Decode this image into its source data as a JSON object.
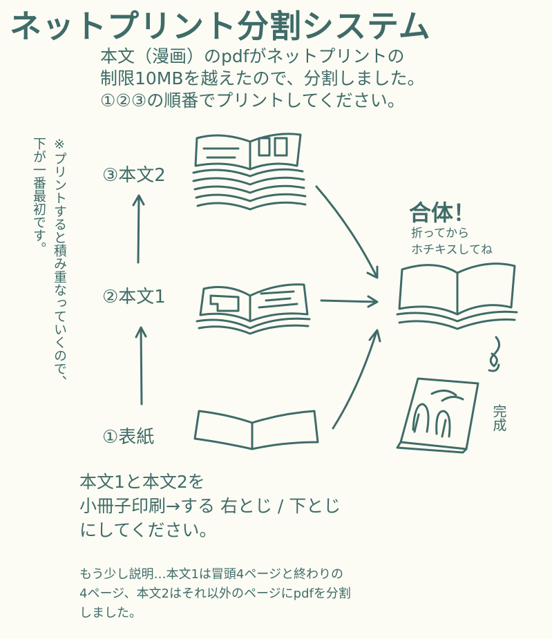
{
  "title": "ネットプリント分割システム",
  "intro": [
    "本文（漫画）のpdfがネットプリントの",
    "制限10MBを越えたので、分割しました。",
    "①②③の順番でプリントしてください。"
  ],
  "vertical_note": [
    "※プリントすると積み重なっていくので、",
    "下が一番最初です。"
  ],
  "steps": {
    "step3": "③本文2",
    "step2": "②本文1",
    "step1": "①表紙"
  },
  "combine": {
    "title": "合体！",
    "hint": [
      "折ってから",
      "ホチキスしてね"
    ],
    "done": "完成"
  },
  "instructions": [
    "本文1と本文2を",
    "小冊子印刷→する 右とじ / 下とじ",
    "にしてください。"
  ],
  "note": [
    "もう少し説明…本文1は冒頭4ページと終わりの",
    "4ページ、本文2はそれ以外のページにpdfを分割",
    "しました。"
  ],
  "colors": {
    "text": "#3f6b68",
    "background": "#fcfcf4"
  }
}
